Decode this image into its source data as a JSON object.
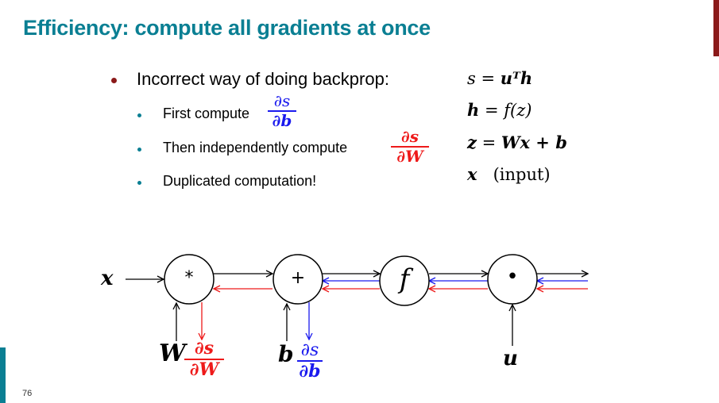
{
  "slide": {
    "title": "Efficiency: compute all gradients at once",
    "page_number": "76",
    "colors": {
      "title": "#0a7f93",
      "accent_top": "#8b1a1a",
      "accent_bottom": "#0a7f93",
      "blue": "#1a1aee",
      "red": "#ee1a1a"
    }
  },
  "bullets": {
    "main": "Incorrect way of doing backprop:",
    "sub": [
      {
        "text": "First compute",
        "frac_num": "∂s",
        "frac_den": "∂b"
      },
      {
        "text": "Then independently compute",
        "frac_num": "∂s",
        "frac_den": "∂W"
      },
      {
        "text": "Duplicated computation!"
      }
    ]
  },
  "equations": [
    {
      "lhs": "s",
      "op": " = ",
      "rhs": "uᵀh"
    },
    {
      "lhs": "h",
      "op": " = ",
      "rhs": "f(z)"
    },
    {
      "lhs": "z",
      "op": " = ",
      "rhs": "Wx + b"
    },
    {
      "lhs": "x",
      "op": "   ",
      "rhs": "(input)"
    }
  ],
  "diagram": {
    "input_label": "x",
    "nodes": [
      {
        "id": "mul",
        "label": "*"
      },
      {
        "id": "add",
        "label": "+"
      },
      {
        "id": "f",
        "label": "f"
      },
      {
        "id": "dot",
        "label": "•"
      }
    ],
    "side_inputs": {
      "W": "W",
      "b": "b",
      "u": "u"
    },
    "grad_W": {
      "num": "∂s",
      "den": "∂W"
    },
    "grad_b": {
      "num": "∂s",
      "den": "∂b"
    }
  }
}
